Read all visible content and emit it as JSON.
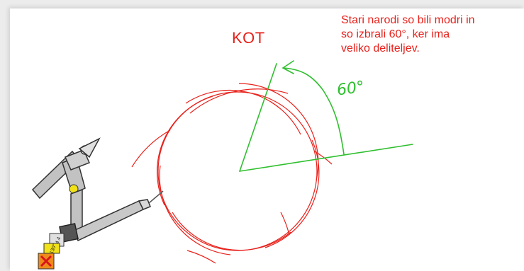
{
  "title": "KOT",
  "note": {
    "line1": "Stari narodi so bili modri in",
    "line2": "so izbrali 60°, ker ima",
    "line3": "veliko deliteljev."
  },
  "angle_label": "60°",
  "compass": {
    "setting_label": "4.4",
    "angle_label": "130°"
  },
  "colors": {
    "construction": "#e8211b",
    "angle": "#2fbf2f",
    "note": "#e8211b",
    "compass_body": "#bdbdbd",
    "compass_hinge": "#f2e21a",
    "compass_tip": "#ef8a1c"
  }
}
